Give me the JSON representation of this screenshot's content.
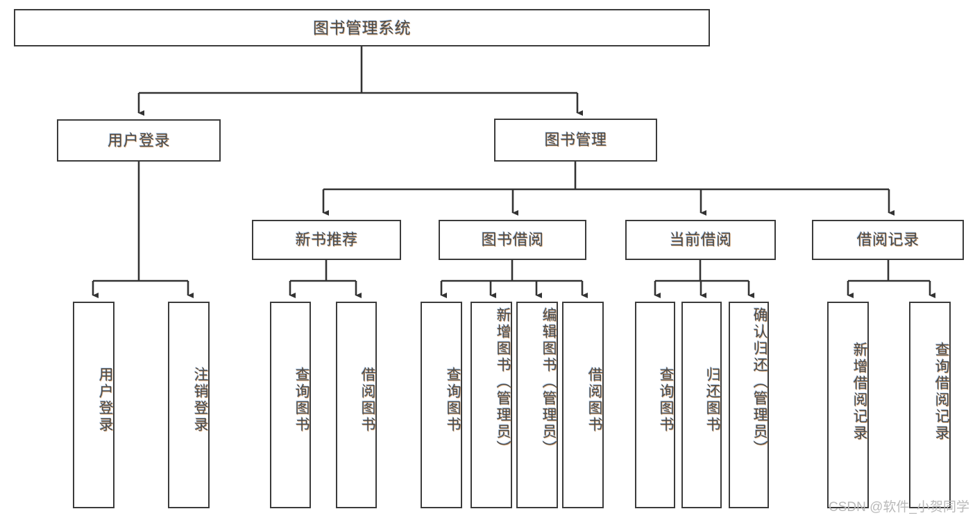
{
  "diagram": {
    "title": "图书管理系统",
    "type": "tree-hierarchy",
    "watermark": "CSDN @软件_小贺同学",
    "colors": {
      "background": "#ffffff",
      "border": "#3b3b3b",
      "text": "#4a4a4a",
      "edge": "#333333",
      "watermark": "#b9b9b9"
    },
    "root": {
      "label": "图书管理系统"
    },
    "level2": [
      {
        "id": "user-login",
        "label": "用户登录"
      },
      {
        "id": "book-manage",
        "label": "图书管理"
      }
    ],
    "level3": [
      {
        "id": "new-book-rec",
        "label": "新书推荐"
      },
      {
        "id": "book-borrow",
        "label": "图书借阅"
      },
      {
        "id": "current-borrow",
        "label": "当前借阅"
      },
      {
        "id": "borrow-record",
        "label": "借阅记录"
      }
    ],
    "leaves": {
      "user_login": [
        {
          "id": "leaf-user-login",
          "label": "用户登录"
        },
        {
          "id": "leaf-logout",
          "label": "注销登录"
        }
      ],
      "new_book_rec": [
        {
          "id": "leaf-query-book-1",
          "label": "查询图书"
        },
        {
          "id": "leaf-borrow-book-1",
          "label": "借阅图书"
        }
      ],
      "book_borrow": [
        {
          "id": "leaf-query-book-2",
          "label": "查询图书"
        },
        {
          "id": "leaf-add-book",
          "label": "新增图书（管理员）"
        },
        {
          "id": "leaf-edit-book",
          "label": "编辑图书（管理员）"
        },
        {
          "id": "leaf-borrow-book-2",
          "label": "借阅图书"
        }
      ],
      "current_borrow": [
        {
          "id": "leaf-query-book-3",
          "label": "查询图书"
        },
        {
          "id": "leaf-return-book",
          "label": "归还图书"
        },
        {
          "id": "leaf-confirm-return",
          "label": "确认归还（管理员）"
        }
      ],
      "borrow_record": [
        {
          "id": "leaf-add-record",
          "label": "新增借阅记录"
        },
        {
          "id": "leaf-query-record",
          "label": "查询借阅记录"
        }
      ]
    }
  }
}
